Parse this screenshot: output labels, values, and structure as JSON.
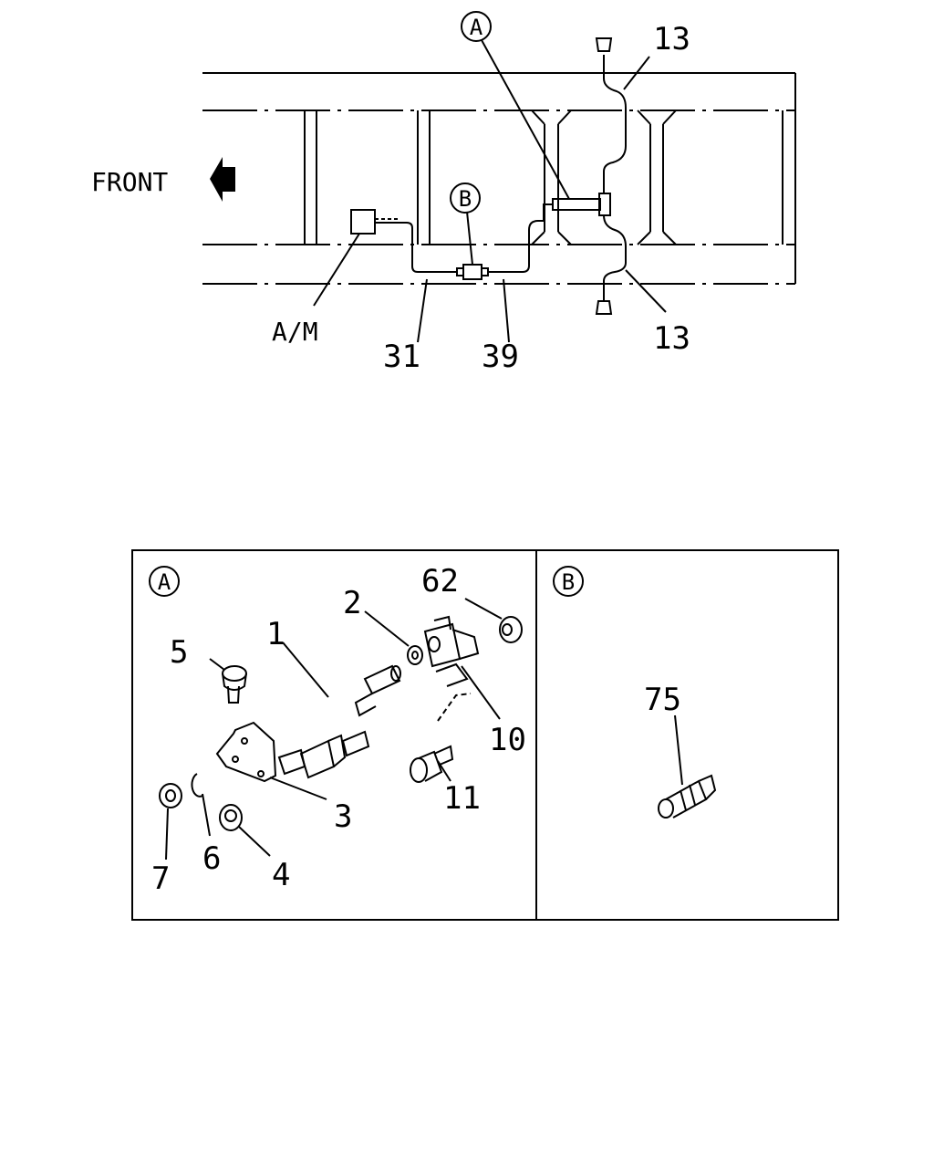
{
  "top_view": {
    "front_label": "FRONT",
    "callouts": {
      "detail_a": "A",
      "detail_b": "B",
      "am": "A/M",
      "p31": "31",
      "p39": "39",
      "p13_top": "13",
      "p13_bottom": "13"
    }
  },
  "detail_a": {
    "title": "A",
    "parts": {
      "p1": "1",
      "p2": "2",
      "p3": "3",
      "p4": "4",
      "p5": "5",
      "p6": "6",
      "p7": "7",
      "p10": "10",
      "p11": "11",
      "p62": "62"
    }
  },
  "detail_b": {
    "title": "B",
    "parts": {
      "p75": "75"
    }
  }
}
